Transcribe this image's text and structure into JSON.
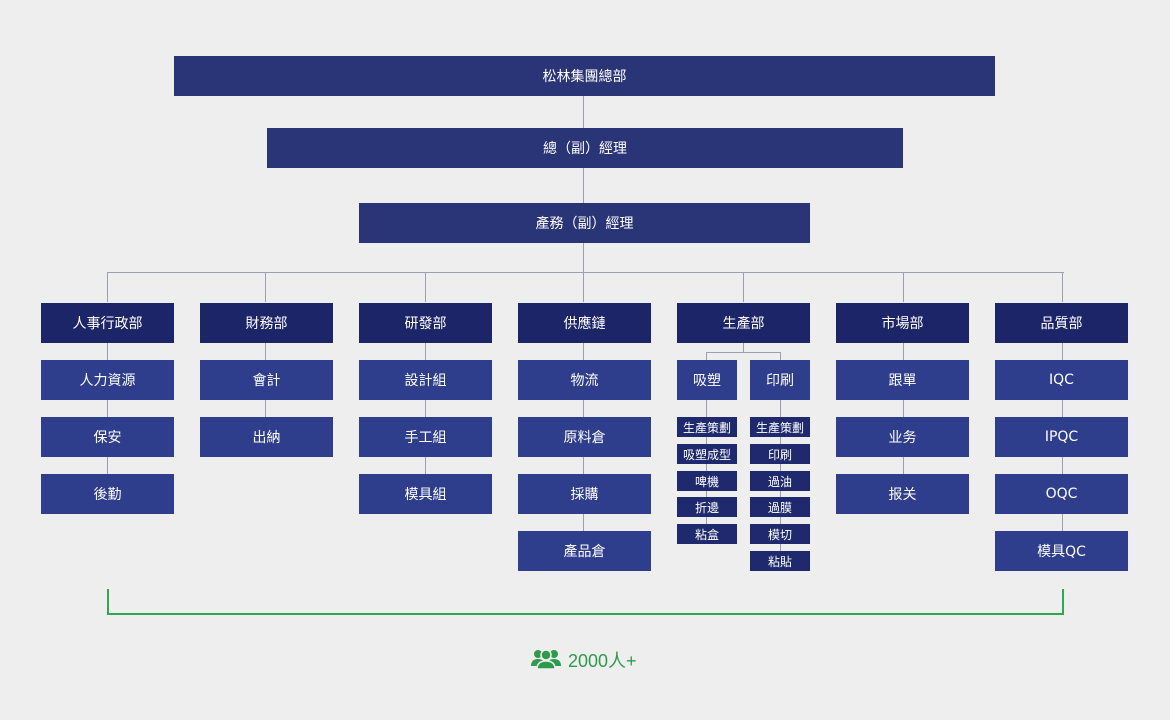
{
  "top": {
    "headquarters": "松林集團總部",
    "general_manager": "總（副）經理",
    "production_manager": "產務（副）經理"
  },
  "departments": [
    {
      "name": "人事行政部",
      "units": [
        "人力資源",
        "保安",
        "後勤"
      ]
    },
    {
      "name": "財務部",
      "units": [
        "會計",
        "出納"
      ]
    },
    {
      "name": "研發部",
      "units": [
        "設計組",
        "手工組",
        "模具組"
      ]
    },
    {
      "name": "供應鏈",
      "units": [
        "物流",
        "原料倉",
        "採購",
        "產品倉"
      ]
    },
    {
      "name": "生產部",
      "groups": [
        {
          "name": "吸塑",
          "steps": [
            "生產策劃",
            "吸塑成型",
            "啤機",
            "折邊",
            "粘盒"
          ]
        },
        {
          "name": "印刷",
          "steps": [
            "生產策劃",
            "印刷",
            "過油",
            "過膜",
            "模切",
            "粘貼"
          ]
        }
      ]
    },
    {
      "name": "市場部",
      "units": [
        "跟單",
        "业务",
        "报关"
      ]
    },
    {
      "name": "品質部",
      "units": [
        "IQC",
        "IPQC",
        "OQC",
        "模具QC"
      ]
    }
  ],
  "summary": {
    "icon": "people-icon",
    "count": "2000人+"
  },
  "colors": {
    "dark_navy": "#1c2568",
    "navy": "#2e3d8c",
    "connector": "#9aa0ad",
    "accent_green": "#2fa84f"
  }
}
